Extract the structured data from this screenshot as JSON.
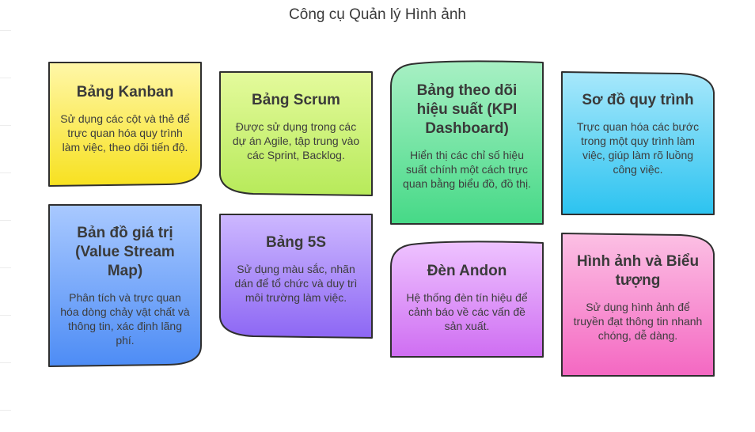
{
  "title": "Công cụ Quản lý Hình ảnh",
  "colors": {
    "outline": "#2f2f2f",
    "text": "#3a3a3a"
  },
  "notes": [
    {
      "title": "Bảng Kanban",
      "desc": "Sử dụng các cột và thẻ để trực quan hóa quy trình làm việc, theo dõi tiến độ.",
      "gradient": [
        "#fff7a8",
        "#f7e120"
      ],
      "fold": "bottom-right"
    },
    {
      "title": "Bảng Scrum",
      "desc": "Được sử dụng trong các dự án Agile, tập trung vào các Sprint, Backlog.",
      "gradient": [
        "#e4fa9c",
        "#b7ea5a"
      ],
      "fold": "bottom-left"
    },
    {
      "title": "Bảng theo dõi hiệu suất (KPI Dashboard)",
      "desc": "Hiển thị các chỉ số hiệu suất chính một cách trực quan bằng biểu đồ, đồ thị.",
      "gradient": [
        "#a8f0c4",
        "#46d987"
      ],
      "fold": "top-left"
    },
    {
      "title": "Sơ đồ quy trình",
      "desc": "Trực quan hóa các bước trong một quy trình làm việc, giúp làm rõ luồng công việc.",
      "gradient": [
        "#a8e8fb",
        "#2cc3f0"
      ],
      "fold": "top-right"
    },
    {
      "title": "Bản đồ giá trị (Value Stream Map)",
      "desc": "Phân tích và trực quan hóa dòng chảy vật chất và thông tin, xác định lãng phí.",
      "gradient": [
        "#a9c9ff",
        "#4d8cf5"
      ],
      "fold": "bottom-right"
    },
    {
      "title": "Bảng 5S",
      "desc": "Sử dụng màu sắc, nhãn dán để tổ chức và duy trì môi trường làm việc.",
      "gradient": [
        "#cdb8ff",
        "#8d67f4"
      ],
      "fold": "bottom-left"
    },
    {
      "title": "Đèn Andon",
      "desc": "Hệ thống đèn tín hiệu để cảnh báo về các vấn đề sản xuất.",
      "gradient": [
        "#eec3ff",
        "#cf6ef2"
      ],
      "fold": "top-left"
    },
    {
      "title": "Hình ảnh và Biểu tượng",
      "desc": "Sử dụng hình ảnh để truyền đạt thông tin nhanh chóng, dễ dàng.",
      "gradient": [
        "#fcc0e4",
        "#f468c2"
      ],
      "fold": "top-right"
    }
  ]
}
